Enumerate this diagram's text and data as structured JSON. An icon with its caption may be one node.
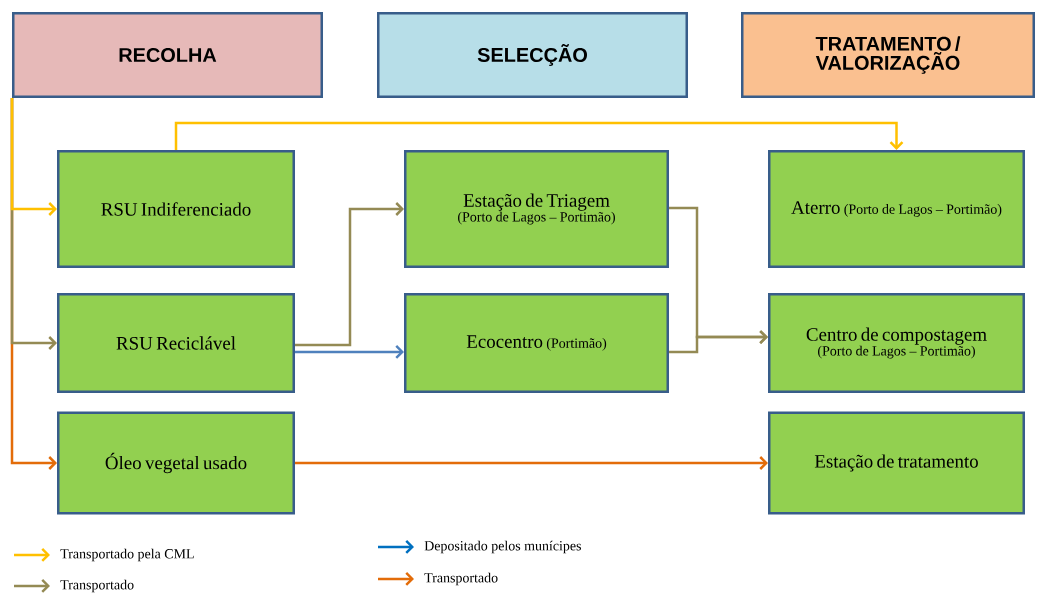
{
  "diagram": {
    "nodes": [
      {
        "text": [
          "RECOLHA"
        ]
      },
      {
        "text": [
          "SELECÇÃO"
        ]
      },
      {
        "text": [
          "TRATAMENTO / VALORIZAÇÃO"
        ]
      },
      {
        "text": [
          "RSU Indiferenciado"
        ]
      },
      {
        "text": [
          "RSU Reciclável"
        ]
      },
      {
        "text": [
          "Óleo vegetal usado"
        ]
      },
      {
        "text": [
          "Estação de Triagem",
          "(Porto de Lagos – Portimão)"
        ]
      },
      {
        "text": [
          "Ecocentro",
          "(Portimão)"
        ]
      },
      {
        "text": [
          "Aterro",
          "(Porto de Lagos – Portimão)"
        ]
      },
      {
        "text": [
          "Centro de compostagem",
          "(Porto de Lagos – Portimão)"
        ]
      },
      {
        "text": [
          "Estação de tratamento"
        ]
      }
    ],
    "edges": [
      {
        "from": 0,
        "to": 3,
        "arrow": "to",
        "color": "#ffc000"
      },
      {
        "from": 0,
        "to": 4,
        "arrow": "to"
      },
      {
        "from": 0,
        "to": 5,
        "arrow": "to",
        "color": "#e36c09"
      },
      {
        "from": 3,
        "to": 8,
        "arrow": "to",
        "color": "#ffc000"
      },
      {
        "from": 4,
        "to": 6,
        "arrow": "to"
      },
      {
        "from": 4,
        "to": 7,
        "arrow": "to",
        "color": "#4f81bd"
      },
      {
        "from": 6,
        "to": 9,
        "arrow": "to"
      },
      {
        "from": 7,
        "to": 9,
        "arrow": "to"
      },
      {
        "from": 5,
        "to": 10,
        "arrow": "to",
        "color": "#e36c09"
      }
    ],
    "legend": [
      {
        "text": "Transportado pela CML",
        "color": "#ffc000"
      },
      {
        "text": "Transportado",
        "color": "#948a54"
      },
      {
        "text": "Depositado pelos munícipes",
        "color": "#0070c0"
      },
      {
        "text": "Transportado",
        "color": "#e36c09"
      }
    ]
  }
}
